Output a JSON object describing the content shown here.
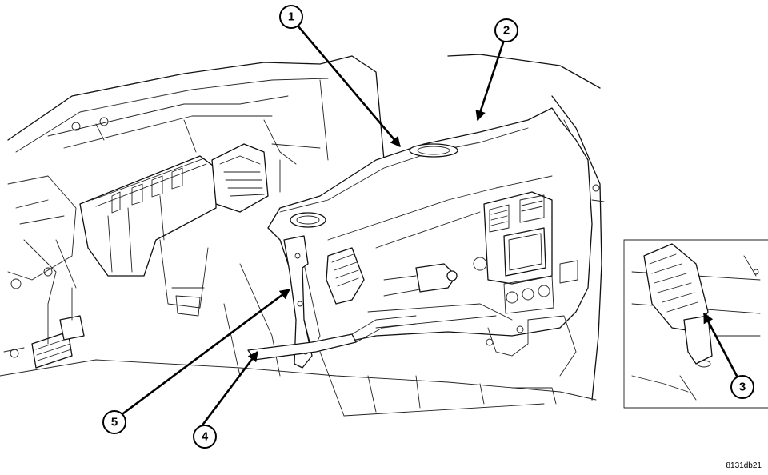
{
  "callouts": [
    {
      "number": "1"
    },
    {
      "number": "2"
    },
    {
      "number": "3"
    },
    {
      "number": "4"
    },
    {
      "number": "5"
    }
  ],
  "figure_code": "8131db21"
}
